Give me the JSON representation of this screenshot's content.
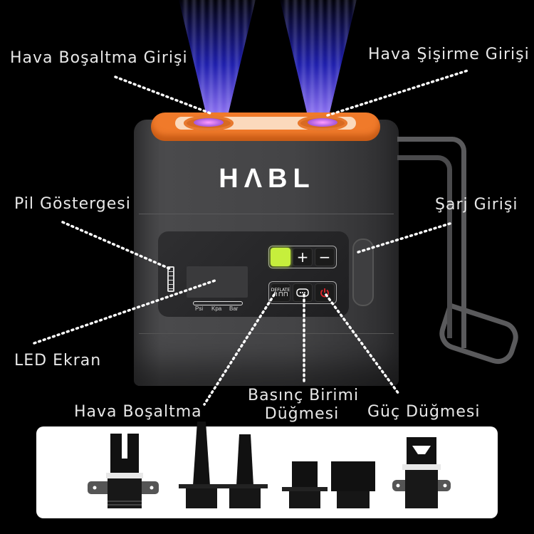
{
  "brand": {
    "logo_text": "HΛBL",
    "accent_color": "#f07a2a",
    "beam_color": "#3a3ae6",
    "active_button_color": "#c6ef3c",
    "power_icon_color": "#e0242a"
  },
  "callouts": {
    "deflate_inlet": "Hava Boşaltma Girişi",
    "inflate_inlet": "Hava Şişirme Girişi",
    "battery_indicator": "Pil Göstergesi",
    "charging_port": "Şarj Girişi",
    "led_display": "LED Ekran",
    "deflate_button": "Hava Boşaltma",
    "pressure_unit_button_line1": "Basınç Birimi",
    "pressure_unit_button_line2": "Düğmesi",
    "power_button": "Güç Düğmesi"
  },
  "control_panel": {
    "units": [
      "Psi",
      "Kpa",
      "Bar"
    ],
    "buttons_top": [
      {
        "name": "mode",
        "label": ""
      },
      {
        "name": "plus",
        "label": "+"
      },
      {
        "name": "minus",
        "label": "−"
      }
    ],
    "buttons_bottom": [
      {
        "name": "deflate",
        "label": "DEFLATE"
      },
      {
        "name": "unit",
        "label": ""
      },
      {
        "name": "power",
        "label": ""
      }
    ]
  },
  "accessories": [
    {
      "name": "valve-adapter-large-clip"
    },
    {
      "name": "nozzle-tall-tapered"
    },
    {
      "name": "nozzle-medium-tapered"
    },
    {
      "name": "nozzle-short-flange"
    },
    {
      "name": "nozzle-wide-cylinder"
    },
    {
      "name": "valve-adapter-large-cup"
    }
  ]
}
